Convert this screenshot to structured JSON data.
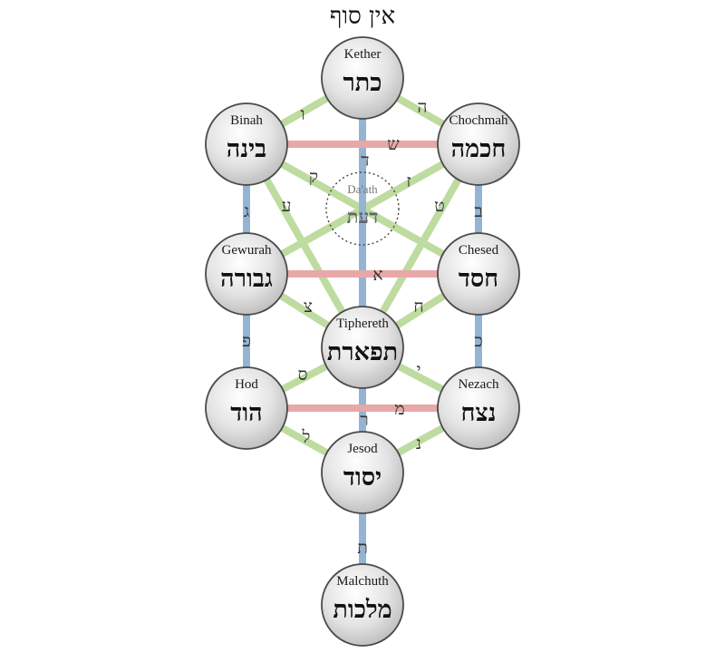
{
  "title": "אין סוף",
  "colors": {
    "horizontal_path": "#e8a8a8",
    "vertical_path": "#94b4d4",
    "diagonal_path": "#bedba0",
    "sphere_edge": "#4a4a4a",
    "daath_edge": "#444444"
  },
  "sephiroth": [
    {
      "id": "kether",
      "name": "Kether",
      "hebrew": "כתר"
    },
    {
      "id": "binah",
      "name": "Binah",
      "hebrew": "בינה"
    },
    {
      "id": "chochmah",
      "name": "Chochmah",
      "hebrew": "חכמה"
    },
    {
      "id": "gewurah",
      "name": "Gewurah",
      "hebrew": "גבורה"
    },
    {
      "id": "chesed",
      "name": "Chesed",
      "hebrew": "חסד"
    },
    {
      "id": "tiphereth",
      "name": "Tiphereth",
      "hebrew": "תפארת"
    },
    {
      "id": "hod",
      "name": "Hod",
      "hebrew": "הוד"
    },
    {
      "id": "nezach",
      "name": "Nezach",
      "hebrew": "נצח"
    },
    {
      "id": "jesod",
      "name": "Jesod",
      "hebrew": "יסוד"
    },
    {
      "id": "malchuth",
      "name": "Malchuth",
      "hebrew": "מלכות"
    }
  ],
  "daath": {
    "name": "Da'ath",
    "hebrew": "דעת"
  },
  "paths": [
    {
      "from": "binah",
      "to": "chochmah",
      "kind": "horizontal",
      "letter": "ש"
    },
    {
      "from": "gewurah",
      "to": "chesed",
      "kind": "horizontal",
      "letter": "א"
    },
    {
      "from": "hod",
      "to": "nezach",
      "kind": "horizontal",
      "letter": "מ"
    },
    {
      "from": "kether",
      "to": "tiphereth",
      "kind": "vertical",
      "letter": "ד"
    },
    {
      "from": "tiphereth",
      "to": "jesod",
      "kind": "vertical",
      "letter": "ר"
    },
    {
      "from": "jesod",
      "to": "malchuth",
      "kind": "vertical",
      "letter": "ת"
    },
    {
      "from": "binah",
      "to": "gewurah",
      "kind": "vertical",
      "letter": "ג"
    },
    {
      "from": "gewurah",
      "to": "hod",
      "kind": "vertical",
      "letter": "פ"
    },
    {
      "from": "chochmah",
      "to": "chesed",
      "kind": "vertical",
      "letter": "ב"
    },
    {
      "from": "chesed",
      "to": "nezach",
      "kind": "vertical",
      "letter": "כ"
    },
    {
      "from": "kether",
      "to": "binah",
      "kind": "diagonal",
      "letter": "ו"
    },
    {
      "from": "kether",
      "to": "chochmah",
      "kind": "diagonal",
      "letter": "ה"
    },
    {
      "from": "binah",
      "to": "tiphereth",
      "kind": "diagonal",
      "letter": "ע"
    },
    {
      "from": "chochmah",
      "to": "tiphereth",
      "kind": "diagonal",
      "letter": "ט"
    },
    {
      "from": "binah",
      "to": "chesed",
      "kind": "diagonal",
      "letter": "ק"
    },
    {
      "from": "chochmah",
      "to": "gewurah",
      "kind": "diagonal",
      "letter": "ז"
    },
    {
      "from": "gewurah",
      "to": "tiphereth",
      "kind": "diagonal",
      "letter": "צ"
    },
    {
      "from": "chesed",
      "to": "tiphereth",
      "kind": "diagonal",
      "letter": "ח"
    },
    {
      "from": "tiphereth",
      "to": "hod",
      "kind": "diagonal",
      "letter": "ס"
    },
    {
      "from": "tiphereth",
      "to": "nezach",
      "kind": "diagonal",
      "letter": "י"
    },
    {
      "from": "hod",
      "to": "jesod",
      "kind": "diagonal",
      "letter": "ל"
    },
    {
      "from": "nezach",
      "to": "jesod",
      "kind": "diagonal",
      "letter": "נ"
    }
  ]
}
